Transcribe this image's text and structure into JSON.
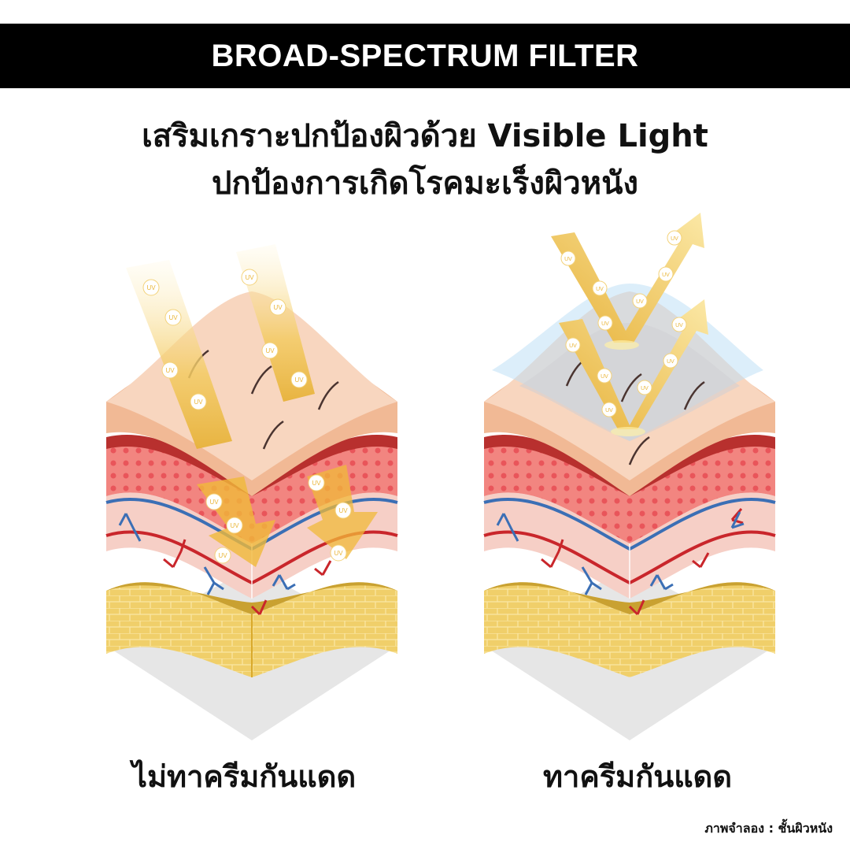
{
  "header": {
    "title": "BROAD-SPECTRUM FILTER",
    "subtitle_line1": "เสริมเกราะปกป้องผิวด้วย Visible Light",
    "subtitle_line2": "ปกป้องการเกิดโรคมะเร็งผิวหนัง"
  },
  "panels": [
    {
      "caption": "ไม่ทาครีมกันแดด",
      "illustration": "skin-layers-uv-penetrating",
      "ray_label": "UV"
    },
    {
      "caption": "ทาครีมกันแดด",
      "illustration": "skin-layers-uv-reflected",
      "ray_label": "UV"
    }
  ],
  "footnote": "ภาพจำลอง : ชั้นผิวหนัง",
  "colors": {
    "title_bg": "#000000",
    "title_text": "#ffffff",
    "epidermis": "#f5c6a5",
    "dermis_red": "#e56a63",
    "dermis_pink": "#f6cfc6",
    "fat_yellow": "#e8bd3f",
    "uv_gold": "#f0b93a",
    "vein_blue": "#3b6fb5",
    "artery_red": "#c9262b",
    "sunscreen_blue": "#bfe0f5",
    "shadow": "#e6e6e6"
  }
}
